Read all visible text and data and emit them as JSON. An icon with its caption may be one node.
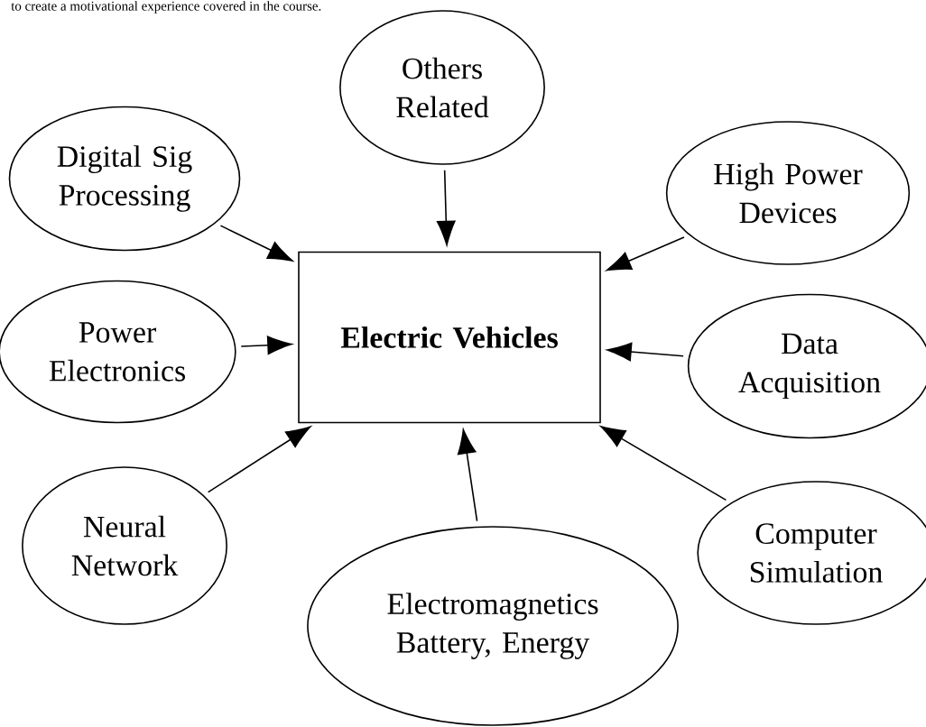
{
  "diagram": {
    "nodes": [
      {
        "text": [
          "Others Related"
        ]
      },
      {
        "text": [
          "Digital Sig Processing"
        ]
      },
      {
        "text": [
          "High Power Devices"
        ]
      },
      {
        "text": [
          "Power Electronics"
        ]
      },
      {
        "text": [
          "**Electric Vehicles**"
        ]
      },
      {
        "text": [
          "Data Acquisition"
        ]
      },
      {
        "text": [
          "Neural Network"
        ]
      },
      {
        "text": [
          "Computer Simulation"
        ]
      },
      {
        "text": [
          "Electromagnetics Battery, Energy"
        ]
      }
    ],
    "edges": [
      {
        "from": 0,
        "to": 4,
        "arrow": "to"
      },
      {
        "from": 1,
        "to": 4,
        "arrow": "to"
      },
      {
        "from": 2,
        "to": 4,
        "arrow": "to"
      },
      {
        "from": 3,
        "to": 4,
        "arrow": "to"
      },
      {
        "from": 5,
        "to": 4,
        "arrow": "to"
      },
      {
        "from": 6,
        "to": 4,
        "arrow": "to"
      },
      {
        "from": 7,
        "to": 4,
        "arrow": "to"
      },
      {
        "from": 8,
        "to": 4,
        "arrow": "to"
      }
    ],
    "labels": [
      "to create a motivational experience covered in the course."
    ]
  }
}
